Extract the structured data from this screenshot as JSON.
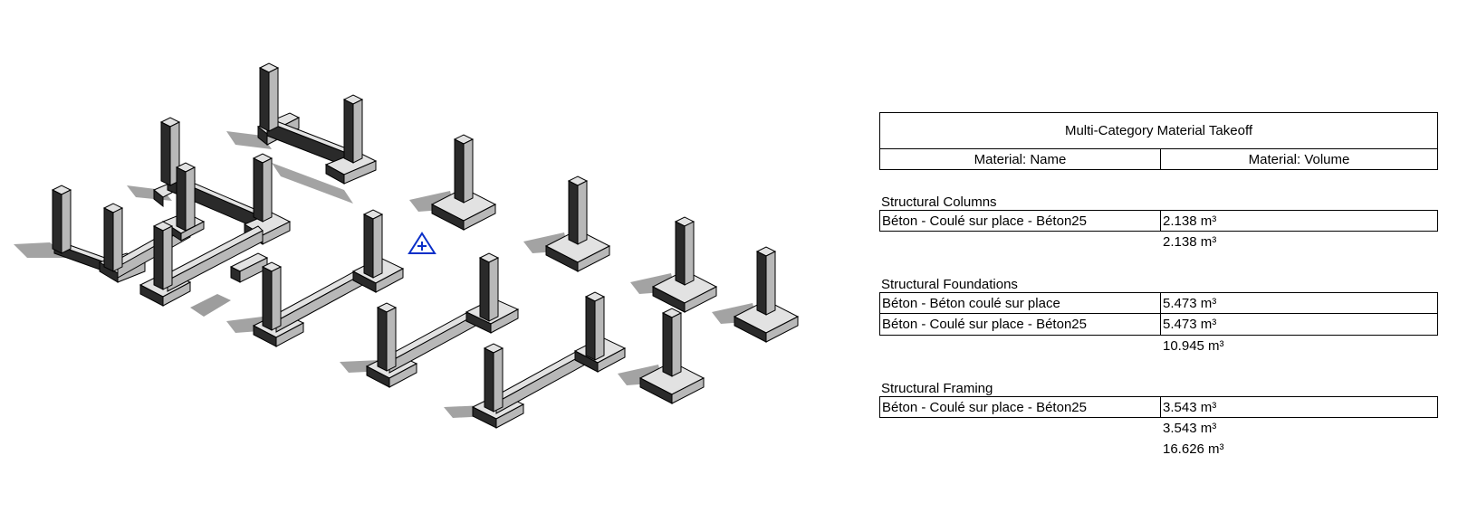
{
  "schedule": {
    "title": "Multi-Category Material Takeoff",
    "columns": [
      "Material: Name",
      "Material: Volume"
    ],
    "groups": [
      {
        "name": "Structural Columns",
        "rows": [
          {
            "material": "Béton - Coulé sur place - Béton25",
            "volume": "2.138 m³"
          }
        ],
        "subtotal": "2.138 m³"
      },
      {
        "name": "Structural Foundations",
        "rows": [
          {
            "material": "Béton - Béton coulé sur place",
            "volume": "5.473 m³"
          },
          {
            "material": "Béton - Coulé sur place - Béton25",
            "volume": "5.473 m³"
          }
        ],
        "subtotal": "10.945 m³"
      },
      {
        "name": "Structural Framing",
        "rows": [
          {
            "material": "Béton - Coulé sur place - Béton25",
            "volume": "3.543 m³"
          }
        ],
        "subtotal": "3.543 m³"
      }
    ],
    "grand_total": "16.626 m³"
  },
  "viewport": {
    "icons": [
      {
        "name": "project-base-point-icon",
        "color": "#0a2fc8"
      }
    ],
    "colors": {
      "concrete_light": "#e2e2e2",
      "concrete_mid": "#b8b8b8",
      "concrete_dark": "#2a2a2a",
      "shadow": "#8c8c8c"
    }
  }
}
